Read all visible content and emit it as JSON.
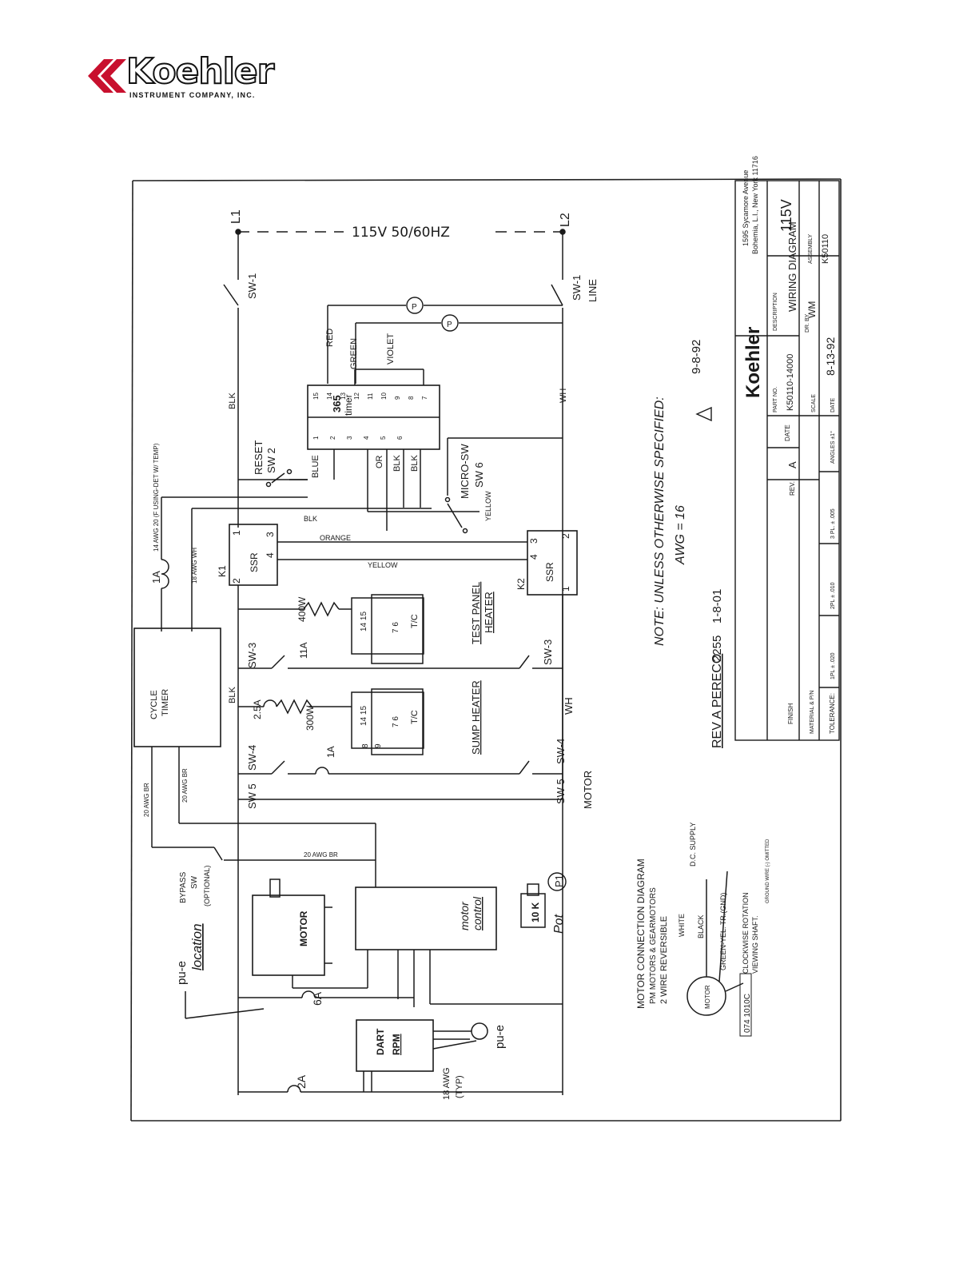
{
  "logo": {
    "brand": "Koehler",
    "company": "INSTRUMENT COMPANY, INC.",
    "accent": "#c8102e"
  },
  "diagram": {
    "supply": {
      "l1": "L1",
      "l2": "L2",
      "voltage": "115V 50/60HZ"
    },
    "switches": {
      "sw1": "SW-1",
      "sw1_line_a": "SW-1",
      "sw1_line_b": "LINE",
      "reset_a": "RESET",
      "reset_b": "SW 2",
      "micro_a": "MICRO-SW",
      "micro_b": "SW 6",
      "sw3": "SW-3",
      "sw3b": "SW-3",
      "sw4": "SW-4",
      "sw4b": "SW-4",
      "sw5": "SW 5",
      "sw5b": "SW 5",
      "motor_label": "MOTOR",
      "bypass_a": "BYPASS",
      "bypass_b": "SW",
      "bypass_c": "(OPTIONAL)"
    },
    "wires": {
      "blk": "BLK",
      "wh": "WH",
      "red": "RED",
      "green": "GREEN",
      "violet": "VIOLET",
      "blue": "BLUE",
      "or": "OR",
      "blk2": "BLK",
      "blk3": "BLK",
      "yellow": "YELLOW",
      "orange": "ORANGE",
      "yellow2": "YELLOW",
      "blk4": "BLK",
      "awg14": "14 AWG 20 (F USING-DET W/ TEMP)",
      "awg18wh": "18 AWG WH",
      "awg20br": "20 AWG BR",
      "awg20br2": "20 AWG BR",
      "awg20br3": "20 AWG BR",
      "awg18": "18 AWG",
      "typ": "(TYP)",
      "blk5": "BLK",
      "wh2": "WH"
    },
    "timer": {
      "label_a": "365",
      "label_b": "timer",
      "pins": [
        "1",
        "2",
        "3",
        "4",
        "5",
        "6",
        "15",
        "14",
        "13",
        "12",
        "11",
        "10",
        "9",
        "8",
        "7"
      ]
    },
    "ssr": {
      "k1": "K1",
      "k2": "K2",
      "label": "SSR",
      "t1": "1",
      "t2": "2",
      "t3": "3",
      "t4": "4"
    },
    "heaters": {
      "test_a": "TEST PANEL",
      "test_b": "HEATER",
      "sump": "SUMP HEATER",
      "w400": "400W",
      "w300": "300W",
      "a11": "11A",
      "a1a": "1A",
      "a25": "2.5A",
      "tc": "T/C",
      "pins_a": "14 15",
      "pins_b": "7 6",
      "pins_c": "8",
      "pins_d": "9"
    },
    "fuses": {
      "f1a": "1A",
      "f6a": "6A",
      "f2a": "2A"
    },
    "cycle_timer": {
      "a": "CYCLE",
      "b": "TIMER"
    },
    "motor": {
      "label": "MOTOR",
      "pu_a": "pu-e",
      "pu_b": "location",
      "control_a": "motor",
      "control_b": "control",
      "pot_a": "10 K",
      "pot_b": "Pot",
      "pot_c": "P1",
      "dart_a": "DART",
      "dart_b": "RPM",
      "pue": "pu-e"
    },
    "motor_conn": {
      "title": "MOTOR CONNECTION DIAGRAM",
      "sub1": "PM MOTORS & GEARMOTORS",
      "sub2": "2 WIRE REVERSIBLE",
      "white": "WHITE",
      "black": "BLACK",
      "greenyel": "GREEN-YEL. TR.(GND)",
      "dc": "D.C. SUPPLY",
      "cw_a": "CLOCKWISE ROTATION",
      "cw_b": "VIEWING SHAFT.",
      "ground": "GROUND WIRE (-) OMITTED",
      "motor": "MOTOR",
      "part": "074 1010C"
    },
    "notes": {
      "note_a": "NOTE: UNLESS OTHERWISE SPECIFIED:",
      "note_b": "AWG = 16",
      "rev_date": "9-8-92",
      "rev_text": "REV A PERECO",
      "rev_no": "2255",
      "rev_date2": "1-8-01"
    },
    "title_block": {
      "address_a": "1595 Sycamore Avenue",
      "address_b": "Bohemia, L.I., New York 11716",
      "part_no_label": "PART NO.",
      "part_no": "K50110-14000",
      "description_label": "DESCRIPTION",
      "description_a": "115V",
      "description_b": "WIRING DIAGRAM",
      "scale_label": "SCALE",
      "scale": "—",
      "dr_by_label": "DR. BY",
      "dr_by": "WM",
      "assembly_label": "ASSEMBLY",
      "assembly": "K50110",
      "date_label": "DATE",
      "date": "8-13-92",
      "rev_label": "REV.",
      "rev": "A",
      "date_col": "DATE",
      "finish": "FINISH",
      "material": "MATERIAL & P/N",
      "tolerance": "TOLERANCE:",
      "tol1": "1PL ± .020",
      "tol2": "2PL ± .010",
      "tol3": "3 PL. ± .005",
      "angles": "ANGLES ±1°"
    }
  }
}
